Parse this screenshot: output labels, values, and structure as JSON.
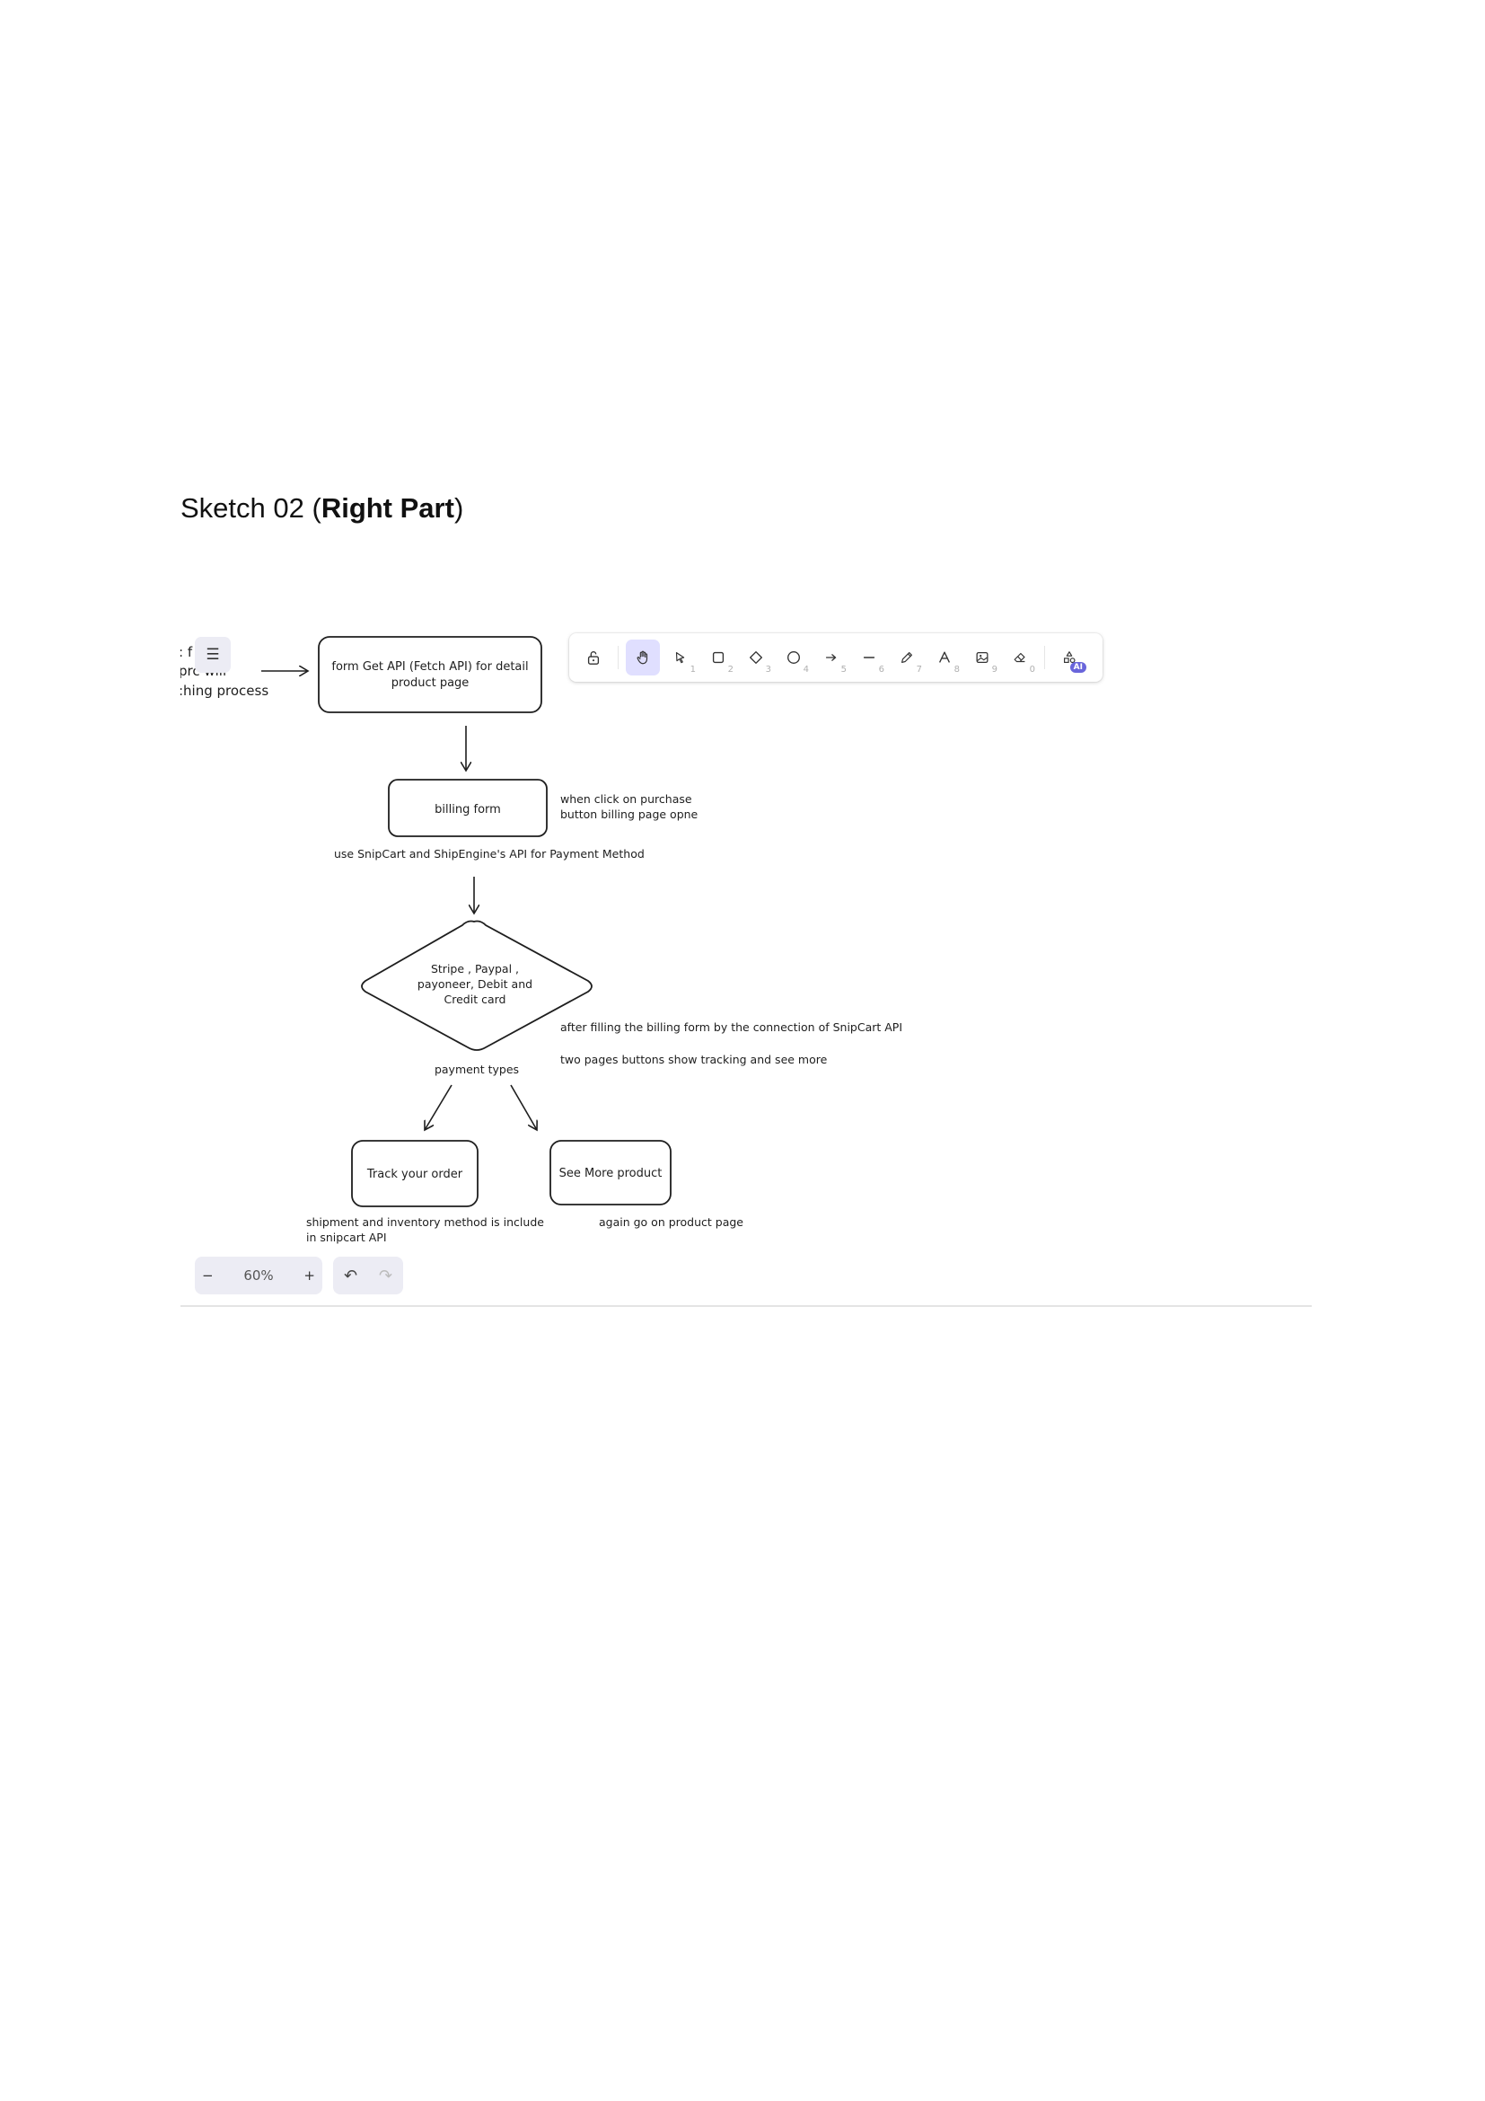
{
  "page": {
    "title_prefix": "Sketch 02 (",
    "title_bold": "Right Part",
    "title_suffix": ")"
  },
  "canvas": {
    "fragment_text": [
      ": f  :t",
      "prc    will",
      ":hing process"
    ],
    "nodes": {
      "fetch_api": [
        "form Get API (Fetch API) for detail",
        "product page"
      ],
      "billing_form": "billing form",
      "payment_decision": [
        "Stripe  ,  Paypal  ,",
        "payoneer,  Debit and",
        "Credit card"
      ],
      "track_order": "Track your order",
      "see_more": "See More product"
    },
    "annotations": {
      "purchase_note": [
        "when click on purchase",
        "button billing page opne"
      ],
      "api_note": "use SnipCart and ShipEngine's API for Payment Method",
      "after_billing": "after filling the billing form by the connection of SnipCart API",
      "two_pages": "two pages buttons show tracking and see more",
      "payment_types": "payment types",
      "shipment_note": [
        "shipment and inventory  method is include",
        "in snipcart API"
      ],
      "again_note": "again go on product page"
    }
  },
  "toolbar": {
    "tools": [
      {
        "name": "lock-icon",
        "key": ""
      },
      {
        "name": "hand-icon",
        "key": "",
        "active": true
      },
      {
        "name": "selection-icon",
        "key": "1"
      },
      {
        "name": "rectangle-icon",
        "key": "2"
      },
      {
        "name": "diamond-icon",
        "key": "3"
      },
      {
        "name": "ellipse-icon",
        "key": "4"
      },
      {
        "name": "arrow-icon",
        "key": "5"
      },
      {
        "name": "line-icon",
        "key": "6"
      },
      {
        "name": "pencil-icon",
        "key": "7"
      },
      {
        "name": "text-icon",
        "key": "8"
      },
      {
        "name": "image-icon",
        "key": "9"
      },
      {
        "name": "eraser-icon",
        "key": "0"
      },
      {
        "name": "more-shapes-icon",
        "key": ""
      }
    ],
    "ai_badge": "AI"
  },
  "footer": {
    "zoom_out": "−",
    "zoom_level": "60%",
    "zoom_in": "+",
    "undo": "↶",
    "redo": "↷"
  },
  "colors": {
    "accent": "#6965db",
    "active_tool_bg": "#e0dfff",
    "island_bg": "#ececf4",
    "stroke": "#1e1e1e"
  }
}
